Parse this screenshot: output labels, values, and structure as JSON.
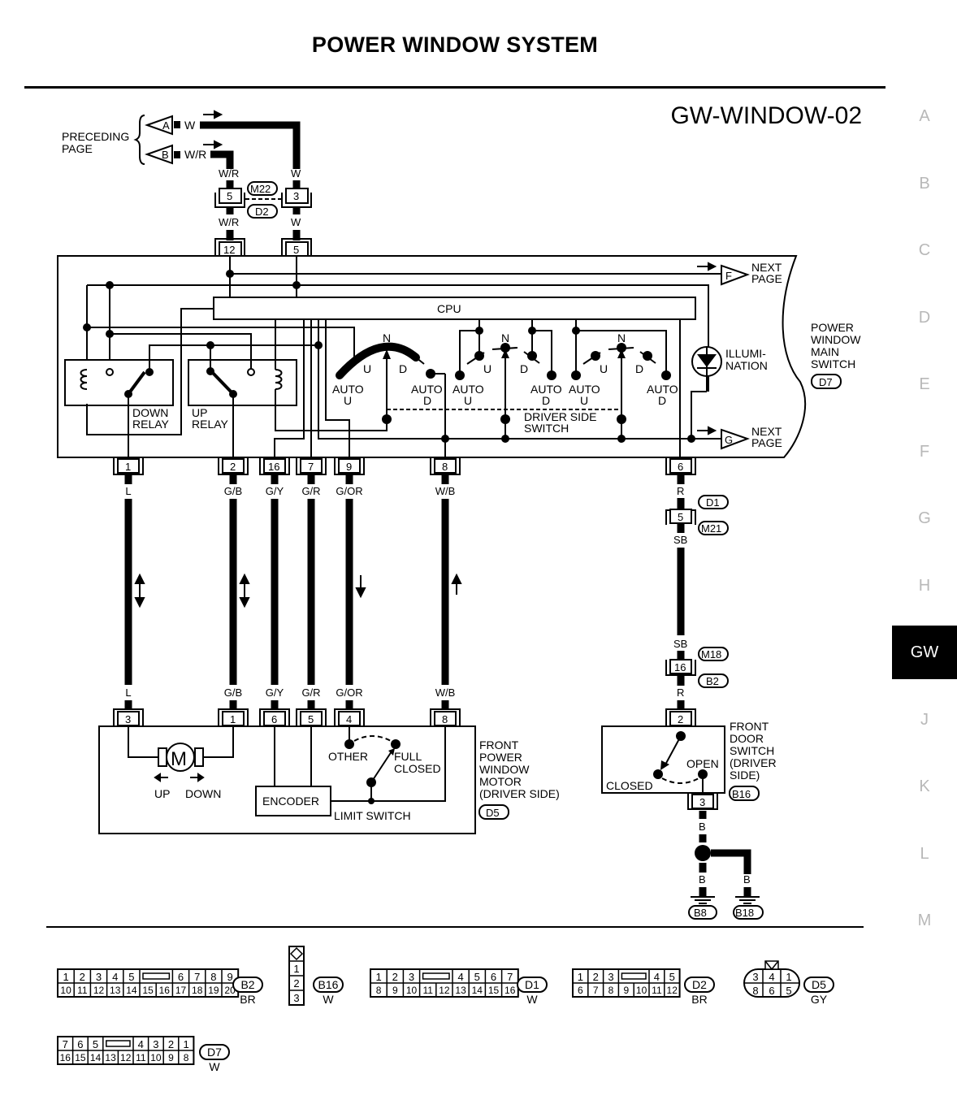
{
  "header": {
    "title": "POWER WINDOW SYSTEM",
    "diagram_id": "GW-WINDOW-02"
  },
  "side_nav": {
    "items": [
      {
        "label": "A",
        "active": false
      },
      {
        "label": "B",
        "active": false
      },
      {
        "label": "C",
        "active": false
      },
      {
        "label": "D",
        "active": false
      },
      {
        "label": "E",
        "active": false
      },
      {
        "label": "F",
        "active": false
      },
      {
        "label": "G",
        "active": false
      },
      {
        "label": "H",
        "active": false
      },
      {
        "label": "GW",
        "active": true
      },
      {
        "label": "J",
        "active": false
      },
      {
        "label": "K",
        "active": false
      },
      {
        "label": "L",
        "active": false
      },
      {
        "label": "M",
        "active": false
      }
    ],
    "active_bg": "#000000",
    "inactive_color": "#b8b8b8"
  },
  "preceding": {
    "label_line1": "PRECEDING",
    "label_line2": "PAGE",
    "connector_a": {
      "letter": "A",
      "wire": "W"
    },
    "connector_b": {
      "letter": "B",
      "wire": "W/R"
    }
  },
  "inline_connector_top": {
    "ids": [
      "M22",
      "D2"
    ],
    "left": {
      "pin": "5",
      "wire_above": "W/R",
      "wire_below": "W/R"
    },
    "right": {
      "pin": "3",
      "wire_above": "W",
      "wire_below": "W"
    }
  },
  "main_switch": {
    "name_lines": [
      "POWER",
      "WINDOW",
      "MAIN",
      "SWITCH"
    ],
    "connector": "D7",
    "top_pins": [
      "12",
      "5"
    ],
    "cpu_label": "CPU",
    "down_relay": [
      "DOWN",
      "RELAY"
    ],
    "up_relay": [
      "UP",
      "RELAY"
    ],
    "illumination": [
      "ILLUMI-",
      "NATION"
    ],
    "driver_side_switch": [
      "DRIVER SIDE",
      "SWITCH"
    ],
    "switch_labels": {
      "n": "N",
      "u": "U",
      "d": "D",
      "auto_u": [
        "AUTO",
        "U"
      ],
      "auto_d": [
        "AUTO",
        "D"
      ]
    },
    "next_page_f": {
      "letter": "F",
      "label": [
        "NEXT",
        "PAGE"
      ]
    },
    "next_page_g": {
      "letter": "G",
      "label": [
        "NEXT",
        "PAGE"
      ]
    },
    "bottom_pins": [
      "1",
      "2",
      "16",
      "7",
      "9",
      "8",
      "6"
    ]
  },
  "harness_wires": [
    {
      "pin_top": "1",
      "color": "L",
      "pin_bottom": "3",
      "flow": "both"
    },
    {
      "pin_top": "2",
      "color": "G/B",
      "pin_bottom": "1",
      "flow": "both"
    },
    {
      "pin_top": "16",
      "color": "G/Y",
      "pin_bottom": "6",
      "flow": "none"
    },
    {
      "pin_top": "7",
      "color": "G/R",
      "pin_bottom": "5",
      "flow": "none"
    },
    {
      "pin_top": "9",
      "color": "G/OR",
      "pin_bottom": "4",
      "flow": "down"
    },
    {
      "pin_top": "8",
      "color": "W/B",
      "pin_bottom": "8",
      "flow": "up"
    }
  ],
  "door_wire": {
    "pin_top": "6",
    "color_top": "R",
    "joint1": {
      "pin": "5",
      "ids": [
        "D1",
        "M21"
      ]
    },
    "color_mid_top": "SB",
    "color_mid_bottom": "SB",
    "joint2": {
      "pin": "16",
      "ids": [
        "M18",
        "B2"
      ]
    },
    "color_bottom": "R"
  },
  "motor": {
    "name_lines": [
      "FRONT",
      "POWER",
      "WINDOW",
      "MOTOR",
      "(DRIVER SIDE)"
    ],
    "connector": "D5",
    "motor_symbol": "M",
    "up_label": "UP",
    "down_label": "DOWN",
    "encoder_label": "ENCODER",
    "limit_switch_label": "LIMIT SWITCH",
    "other_label": "OTHER",
    "full_closed": [
      "FULL",
      "CLOSED"
    ]
  },
  "door_switch": {
    "name_lines": [
      "FRONT",
      "DOOR",
      "SWITCH",
      "(DRIVER",
      " SIDE)"
    ],
    "connector": "B16",
    "top_pin": "2",
    "bottom_pin": "3",
    "open_label": "OPEN",
    "closed_label": "CLOSED",
    "ground_wire": "B",
    "grounds": [
      {
        "wire": "B",
        "id": "B8"
      },
      {
        "wire": "B",
        "id": "B18"
      }
    ]
  },
  "connector_faces": [
    {
      "id": "B2",
      "color": "BR",
      "row1": [
        "1",
        "2",
        "3",
        "4",
        "5",
        "[]",
        "6",
        "7",
        "8",
        "9"
      ],
      "row2": [
        "10",
        "11",
        "12",
        "13",
        "14",
        "15",
        "16",
        "17",
        "18",
        "19",
        "20"
      ]
    },
    {
      "id": "B16",
      "color": "W",
      "column": [
        "1",
        "2",
        "3"
      ]
    },
    {
      "id": "D1",
      "color": "W",
      "row1": [
        "1",
        "2",
        "3",
        "[]",
        "4",
        "5",
        "6",
        "7"
      ],
      "row2": [
        "8",
        "9",
        "10",
        "11",
        "12",
        "13",
        "14",
        "15",
        "16"
      ]
    },
    {
      "id": "D2",
      "color": "BR",
      "row1": [
        "1",
        "2",
        "3",
        "[]",
        "4",
        "5"
      ],
      "row2": [
        "6",
        "7",
        "8",
        "9",
        "10",
        "11",
        "12"
      ]
    },
    {
      "id": "D5",
      "color": "GY",
      "row1": [
        "3",
        "4",
        "1"
      ],
      "row2": [
        "8",
        "6",
        "5"
      ]
    },
    {
      "id": "D7",
      "color": "W",
      "row1": [
        "7",
        "6",
        "5",
        "[]",
        "4",
        "3",
        "2",
        "1"
      ],
      "row2": [
        "16",
        "15",
        "14",
        "13",
        "12",
        "11",
        "10",
        "9",
        "8"
      ]
    }
  ]
}
